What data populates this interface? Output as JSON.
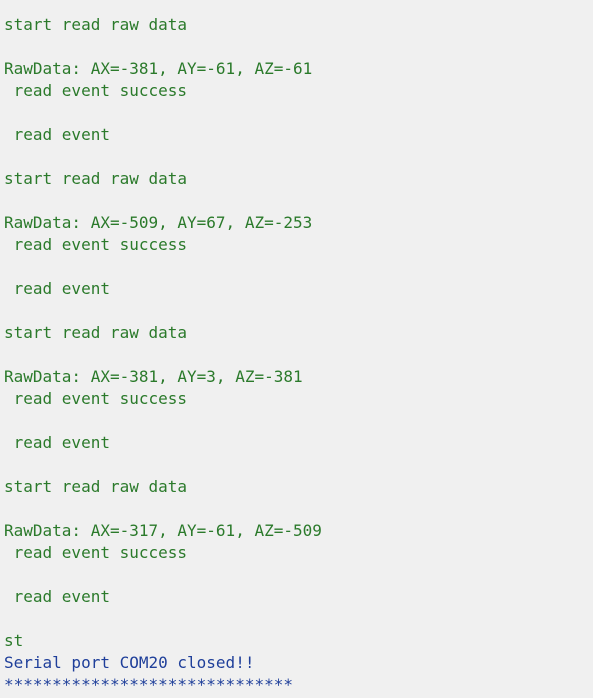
{
  "colors": {
    "log_text": "#2b7a2b",
    "status_text": "#1f3f9a",
    "background": "#f0f0f0"
  },
  "console": {
    "lines": [
      {
        "text": "start read raw data",
        "color": "green"
      },
      {
        "text": "",
        "color": "green"
      },
      {
        "text": "RawData: AX=-381, AY=-61, AZ=-61",
        "color": "green"
      },
      {
        "text": " read event success",
        "color": "green"
      },
      {
        "text": "",
        "color": "green"
      },
      {
        "text": " read event",
        "color": "green"
      },
      {
        "text": "",
        "color": "green"
      },
      {
        "text": "start read raw data",
        "color": "green"
      },
      {
        "text": "",
        "color": "green"
      },
      {
        "text": "RawData: AX=-509, AY=67, AZ=-253",
        "color": "green"
      },
      {
        "text": " read event success",
        "color": "green"
      },
      {
        "text": "",
        "color": "green"
      },
      {
        "text": " read event",
        "color": "green"
      },
      {
        "text": "",
        "color": "green"
      },
      {
        "text": "start read raw data",
        "color": "green"
      },
      {
        "text": "",
        "color": "green"
      },
      {
        "text": "RawData: AX=-381, AY=3, AZ=-381",
        "color": "green"
      },
      {
        "text": " read event success",
        "color": "green"
      },
      {
        "text": "",
        "color": "green"
      },
      {
        "text": " read event",
        "color": "green"
      },
      {
        "text": "",
        "color": "green"
      },
      {
        "text": "start read raw data",
        "color": "green"
      },
      {
        "text": "",
        "color": "green"
      },
      {
        "text": "RawData: AX=-317, AY=-61, AZ=-509",
        "color": "green"
      },
      {
        "text": " read event success",
        "color": "green"
      },
      {
        "text": "",
        "color": "green"
      },
      {
        "text": " read event",
        "color": "green"
      },
      {
        "text": "",
        "color": "green"
      },
      {
        "text": "st",
        "color": "green"
      },
      {
        "text": "Serial port COM20 closed!!",
        "color": "blue"
      },
      {
        "text": "******************************",
        "color": "blue"
      }
    ]
  }
}
